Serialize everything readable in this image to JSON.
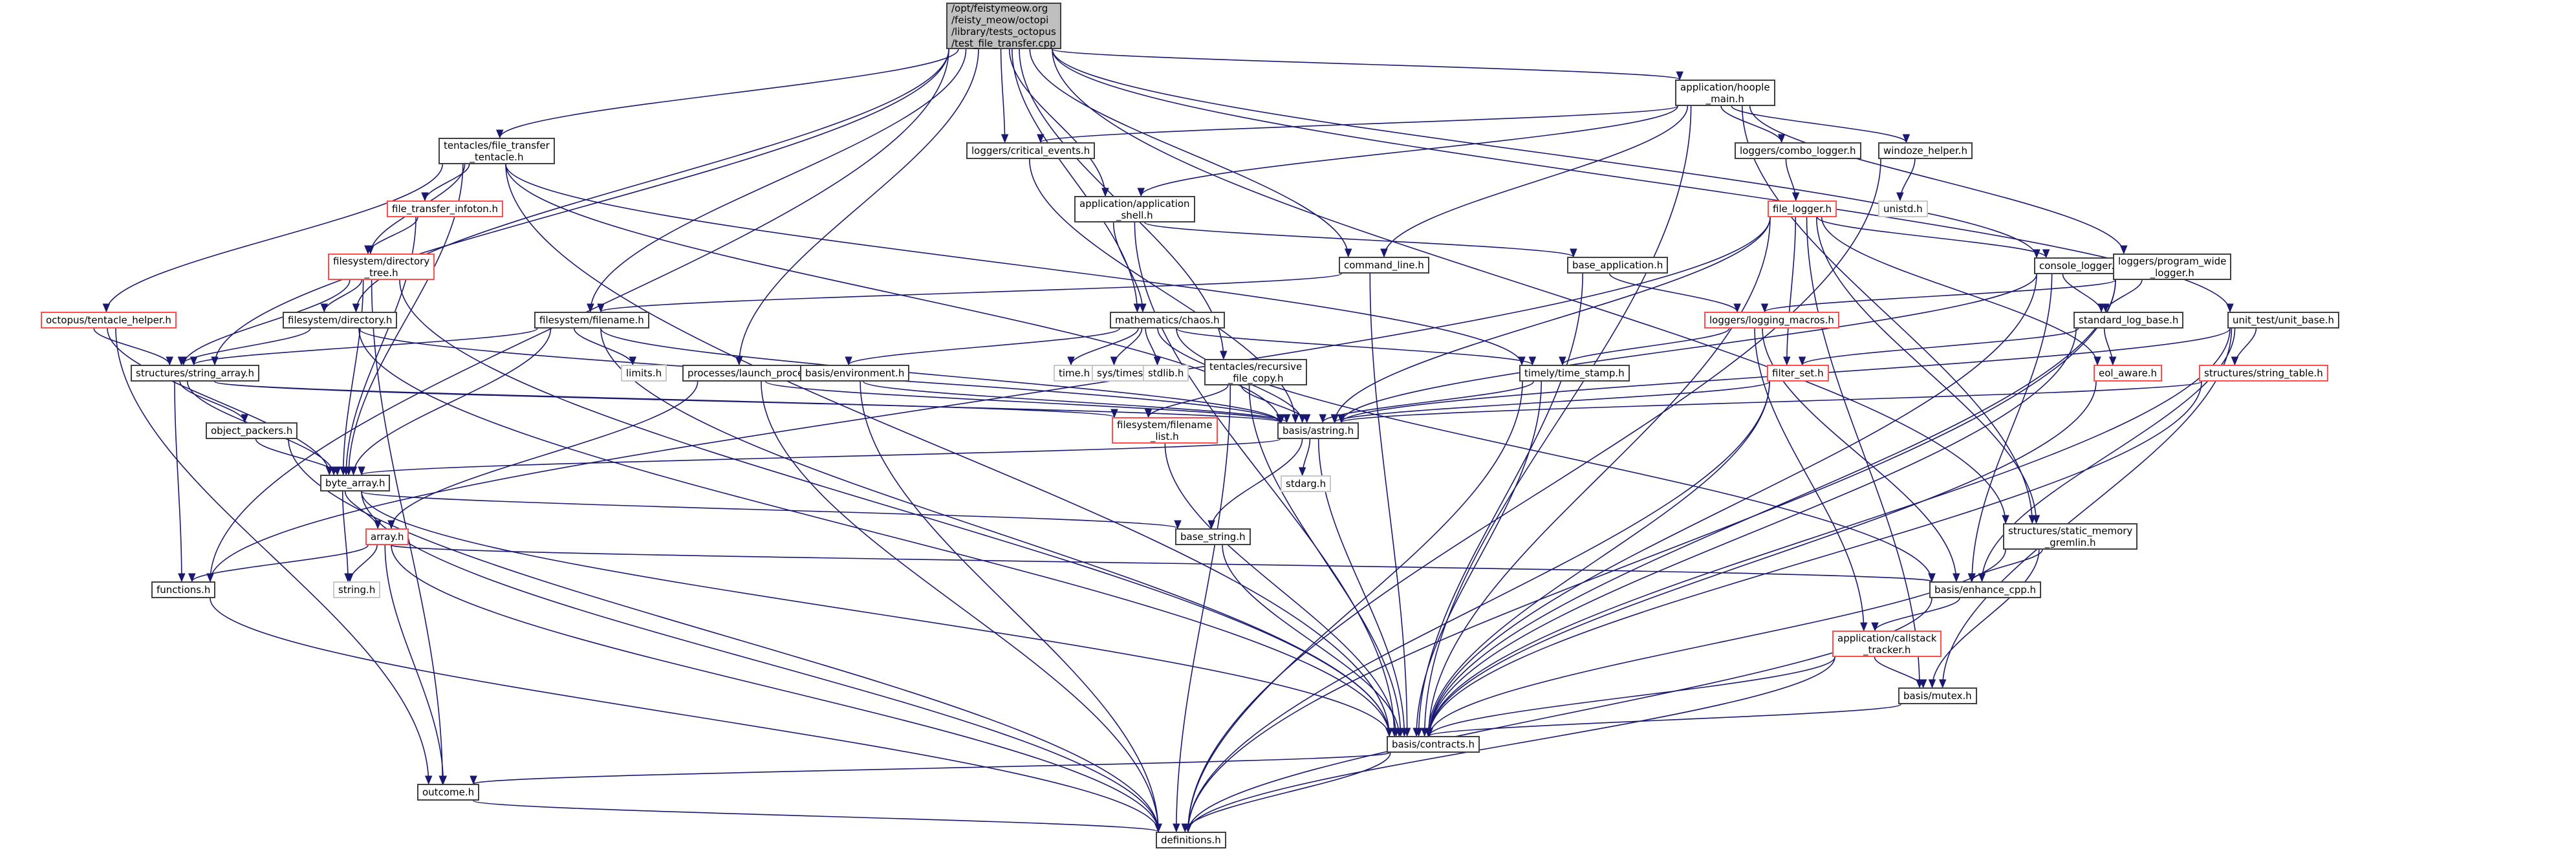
{
  "graph": {
    "title": "Include dependency graph for test_file_transfer.cpp",
    "root": "/opt/feistymeow.org\n/feisty_meow/octopi\n/library/tests_octopus\n/test_file_transfer.cpp",
    "legend_colors": {
      "edge": "#191970",
      "documented_node_border": "#404040",
      "undocumented_node_border": "#ff4d4d",
      "system_header_border": "#c8c8c8",
      "root_fill": "#bfbfbf"
    },
    "nodes": [
      {
        "id": "root",
        "label": "/opt/feistymeow.org\n/feisty_meow/octopi\n/library/tests_octopus\n/test_file_transfer.cpp",
        "kind": "root"
      },
      {
        "id": "hoople_main",
        "label": "application/hoople\n_main.h",
        "kind": "normal"
      },
      {
        "id": "ft_tentacle",
        "label": "tentacles/file_transfer\n_tentacle.h",
        "kind": "normal"
      },
      {
        "id": "critical_events",
        "label": "loggers/critical_events.h",
        "kind": "normal"
      },
      {
        "id": "combo_logger",
        "label": "loggers/combo_logger.h",
        "kind": "normal"
      },
      {
        "id": "windoze_helper",
        "label": "windoze_helper.h",
        "kind": "normal"
      },
      {
        "id": "unistd",
        "label": "unistd.h",
        "kind": "system"
      },
      {
        "id": "ft_infoton",
        "label": "file_transfer_infoton.h",
        "kind": "undocumented"
      },
      {
        "id": "app_shell",
        "label": "application/application\n_shell.h",
        "kind": "normal"
      },
      {
        "id": "file_logger",
        "label": "file_logger.h",
        "kind": "undocumented"
      },
      {
        "id": "dir_tree",
        "label": "filesystem/directory\n_tree.h",
        "kind": "undocumented"
      },
      {
        "id": "command_line",
        "label": "command_line.h",
        "kind": "normal"
      },
      {
        "id": "base_application",
        "label": "base_application.h",
        "kind": "normal"
      },
      {
        "id": "console_logger",
        "label": "console_logger.h",
        "kind": "normal"
      },
      {
        "id": "program_wide_logger",
        "label": "loggers/program_wide\n_logger.h",
        "kind": "normal"
      },
      {
        "id": "tentacle_helper",
        "label": "octopus/tentacle_helper.h",
        "kind": "undocumented"
      },
      {
        "id": "directory",
        "label": "filesystem/directory.h",
        "kind": "normal"
      },
      {
        "id": "filename",
        "label": "filesystem/filename.h",
        "kind": "normal"
      },
      {
        "id": "chaos",
        "label": "mathematics/chaos.h",
        "kind": "normal"
      },
      {
        "id": "logging_macros",
        "label": "loggers/logging_macros.h",
        "kind": "undocumented"
      },
      {
        "id": "standard_log_base",
        "label": "standard_log_base.h",
        "kind": "normal"
      },
      {
        "id": "unit_base",
        "label": "unit_test/unit_base.h",
        "kind": "normal"
      },
      {
        "id": "string_array",
        "label": "structures/string_array.h",
        "kind": "normal"
      },
      {
        "id": "limits",
        "label": "limits.h",
        "kind": "system"
      },
      {
        "id": "launch_process",
        "label": "processes/launch_process.h",
        "kind": "normal"
      },
      {
        "id": "environment",
        "label": "basis/environment.h",
        "kind": "normal"
      },
      {
        "id": "time_h",
        "label": "time.h",
        "kind": "system"
      },
      {
        "id": "sys_times",
        "label": "sys/times.h",
        "kind": "system"
      },
      {
        "id": "stdlib",
        "label": "stdlib.h",
        "kind": "system"
      },
      {
        "id": "recursive_copy",
        "label": "tentacles/recursive\n_file_copy.h",
        "kind": "normal"
      },
      {
        "id": "time_stamp",
        "label": "timely/time_stamp.h",
        "kind": "normal"
      },
      {
        "id": "filter_set",
        "label": "filter_set.h",
        "kind": "undocumented"
      },
      {
        "id": "eol_aware",
        "label": "eol_aware.h",
        "kind": "undocumented"
      },
      {
        "id": "string_table",
        "label": "structures/string_table.h",
        "kind": "undocumented"
      },
      {
        "id": "object_packers",
        "label": "object_packers.h",
        "kind": "normal"
      },
      {
        "id": "filename_list",
        "label": "filesystem/filename\n_list.h",
        "kind": "undocumented"
      },
      {
        "id": "astring",
        "label": "basis/astring.h",
        "kind": "normal"
      },
      {
        "id": "byte_array",
        "label": "byte_array.h",
        "kind": "normal"
      },
      {
        "id": "stdarg",
        "label": "stdarg.h",
        "kind": "system"
      },
      {
        "id": "array",
        "label": "array.h",
        "kind": "undocumented"
      },
      {
        "id": "base_string",
        "label": "base_string.h",
        "kind": "normal"
      },
      {
        "id": "static_memory_gremlin",
        "label": "structures/static_memory\n_gremlin.h",
        "kind": "normal"
      },
      {
        "id": "functions",
        "label": "functions.h",
        "kind": "normal"
      },
      {
        "id": "string_h",
        "label": "string.h",
        "kind": "system"
      },
      {
        "id": "enhance_cpp",
        "label": "basis/enhance_cpp.h",
        "kind": "normal"
      },
      {
        "id": "callstack_tracker",
        "label": "application/callstack\n_tracker.h",
        "kind": "undocumented"
      },
      {
        "id": "mutex",
        "label": "basis/mutex.h",
        "kind": "normal"
      },
      {
        "id": "contracts",
        "label": "basis/contracts.h",
        "kind": "normal"
      },
      {
        "id": "outcome",
        "label": "outcome.h",
        "kind": "normal"
      },
      {
        "id": "definitions",
        "label": "definitions.h",
        "kind": "normal"
      }
    ],
    "edges": [
      [
        "root",
        "hoople_main"
      ],
      [
        "root",
        "ft_tentacle"
      ],
      [
        "root",
        "critical_events"
      ],
      [
        "root",
        "app_shell"
      ],
      [
        "root",
        "chaos"
      ],
      [
        "root",
        "filename"
      ],
      [
        "root",
        "directory"
      ],
      [
        "root",
        "string_array"
      ],
      [
        "root",
        "functions"
      ],
      [
        "root",
        "launch_process"
      ],
      [
        "root",
        "recursive_copy"
      ],
      [
        "root",
        "console_logger"
      ],
      [
        "root",
        "unit_base"
      ],
      [
        "root",
        "static_memory_gremlin"
      ],
      [
        "root",
        "command_line"
      ],
      [
        "hoople_main",
        "critical_events"
      ],
      [
        "hoople_main",
        "app_shell"
      ],
      [
        "hoople_main",
        "combo_logger"
      ],
      [
        "hoople_main",
        "windoze_helper"
      ],
      [
        "hoople_main",
        "command_line"
      ],
      [
        "hoople_main",
        "program_wide_logger"
      ],
      [
        "hoople_main",
        "contracts"
      ],
      [
        "hoople_main",
        "static_memory_gremlin"
      ],
      [
        "windoze_helper",
        "unistd"
      ],
      [
        "windoze_helper",
        "definitions"
      ],
      [
        "combo_logger",
        "file_logger"
      ],
      [
        "ft_tentacle",
        "ft_infoton"
      ],
      [
        "ft_tentacle",
        "dir_tree"
      ],
      [
        "ft_tentacle",
        "tentacle_helper"
      ],
      [
        "ft_tentacle",
        "time_stamp"
      ],
      [
        "ft_tentacle",
        "astring"
      ],
      [
        "ft_tentacle",
        "contracts"
      ],
      [
        "ft_tentacle",
        "byte_array"
      ],
      [
        "ft_infoton",
        "dir_tree"
      ],
      [
        "ft_infoton",
        "byte_array"
      ],
      [
        "dir_tree",
        "directory"
      ],
      [
        "dir_tree",
        "string_array"
      ],
      [
        "dir_tree",
        "byte_array"
      ],
      [
        "dir_tree",
        "outcome"
      ],
      [
        "dir_tree",
        "contracts"
      ],
      [
        "critical_events",
        "astring"
      ],
      [
        "app_shell",
        "chaos"
      ],
      [
        "app_shell",
        "base_application"
      ],
      [
        "app_shell",
        "contracts"
      ],
      [
        "command_line",
        "filename"
      ],
      [
        "command_line",
        "contracts"
      ],
      [
        "base_application",
        "logging_macros"
      ],
      [
        "base_application",
        "contracts"
      ],
      [
        "file_logger",
        "console_logger"
      ],
      [
        "file_logger",
        "filter_set"
      ],
      [
        "file_logger",
        "eol_aware"
      ],
      [
        "file_logger",
        "astring"
      ],
      [
        "file_logger",
        "contracts"
      ],
      [
        "file_logger",
        "mutex"
      ],
      [
        "file_logger",
        "functions"
      ],
      [
        "file_logger",
        "static_memory_gremlin"
      ],
      [
        "console_logger",
        "standard_log_base"
      ],
      [
        "console_logger",
        "astring"
      ],
      [
        "console_logger",
        "enhance_cpp"
      ],
      [
        "console_logger",
        "contracts"
      ],
      [
        "program_wide_logger",
        "standard_log_base"
      ],
      [
        "program_wide_logger",
        "logging_macros"
      ],
      [
        "program_wide_logger",
        "contracts"
      ],
      [
        "program_wide_logger",
        "definitions"
      ],
      [
        "standard_log_base",
        "filter_set"
      ],
      [
        "standard_log_base",
        "eol_aware"
      ],
      [
        "standard_log_base",
        "contracts"
      ],
      [
        "logging_macros",
        "time_stamp"
      ],
      [
        "logging_macros",
        "callstack_tracker"
      ],
      [
        "logging_macros",
        "enhance_cpp"
      ],
      [
        "tentacle_helper",
        "string_array"
      ],
      [
        "tentacle_helper",
        "byte_array"
      ],
      [
        "tentacle_helper",
        "outcome"
      ],
      [
        "directory",
        "string_array"
      ],
      [
        "directory",
        "astring"
      ],
      [
        "directory",
        "contracts"
      ],
      [
        "filename",
        "limits"
      ],
      [
        "filename",
        "string_array"
      ],
      [
        "filename",
        "astring"
      ],
      [
        "filename",
        "byte_array"
      ],
      [
        "filename",
        "contracts"
      ],
      [
        "chaos",
        "time_h"
      ],
      [
        "chaos",
        "sys_times"
      ],
      [
        "chaos",
        "stdlib"
      ],
      [
        "chaos",
        "environment"
      ],
      [
        "chaos",
        "time_stamp"
      ],
      [
        "chaos",
        "astring"
      ],
      [
        "chaos",
        "enhance_cpp"
      ],
      [
        "environment",
        "astring"
      ],
      [
        "environment",
        "definitions"
      ],
      [
        "launch_process",
        "astring"
      ],
      [
        "launch_process",
        "array"
      ],
      [
        "launch_process",
        "definitions"
      ],
      [
        "recursive_copy",
        "filename_list"
      ],
      [
        "recursive_copy",
        "astring"
      ],
      [
        "recursive_copy",
        "contracts"
      ],
      [
        "recursive_copy",
        "definitions"
      ],
      [
        "time_stamp",
        "astring"
      ],
      [
        "time_stamp",
        "contracts"
      ],
      [
        "time_stamp",
        "definitions"
      ],
      [
        "filter_set",
        "astring"
      ],
      [
        "filter_set",
        "contracts"
      ],
      [
        "filter_set",
        "definitions"
      ],
      [
        "eol_aware",
        "contracts"
      ],
      [
        "unit_base",
        "string_table"
      ],
      [
        "unit_base",
        "astring"
      ],
      [
        "unit_base",
        "enhance_cpp"
      ],
      [
        "unit_base",
        "mutex"
      ],
      [
        "unit_base",
        "contracts"
      ],
      [
        "string_table",
        "astring"
      ],
      [
        "string_table",
        "contracts"
      ],
      [
        "string_array",
        "object_packers"
      ],
      [
        "string_array",
        "byte_array"
      ],
      [
        "string_array",
        "astring"
      ],
      [
        "string_array",
        "functions"
      ],
      [
        "string_array",
        "filename_list"
      ],
      [
        "object_packers",
        "byte_array"
      ],
      [
        "object_packers",
        "definitions"
      ],
      [
        "filename_list",
        "contracts"
      ],
      [
        "astring",
        "stdarg"
      ],
      [
        "astring",
        "base_string"
      ],
      [
        "astring",
        "byte_array"
      ],
      [
        "astring",
        "contracts"
      ],
      [
        "byte_array",
        "array"
      ],
      [
        "byte_array",
        "string_h"
      ],
      [
        "byte_array",
        "base_string"
      ],
      [
        "byte_array",
        "contracts"
      ],
      [
        "byte_array",
        "definitions"
      ],
      [
        "array",
        "functions"
      ],
      [
        "array",
        "string_h"
      ],
      [
        "array",
        "outcome"
      ],
      [
        "array",
        "enhance_cpp"
      ],
      [
        "array",
        "definitions"
      ],
      [
        "base_string",
        "contracts"
      ],
      [
        "static_memory_gremlin",
        "enhance_cpp"
      ],
      [
        "static_memory_gremlin",
        "mutex"
      ],
      [
        "static_memory_gremlin",
        "contracts"
      ],
      [
        "enhance_cpp",
        "callstack_tracker"
      ],
      [
        "enhance_cpp",
        "definitions"
      ],
      [
        "callstack_tracker",
        "mutex"
      ],
      [
        "callstack_tracker",
        "contracts"
      ],
      [
        "callstack_tracker",
        "definitions"
      ],
      [
        "mutex",
        "contracts"
      ],
      [
        "functions",
        "definitions"
      ],
      [
        "contracts",
        "outcome"
      ],
      [
        "contracts",
        "definitions"
      ],
      [
        "outcome",
        "definitions"
      ]
    ]
  }
}
